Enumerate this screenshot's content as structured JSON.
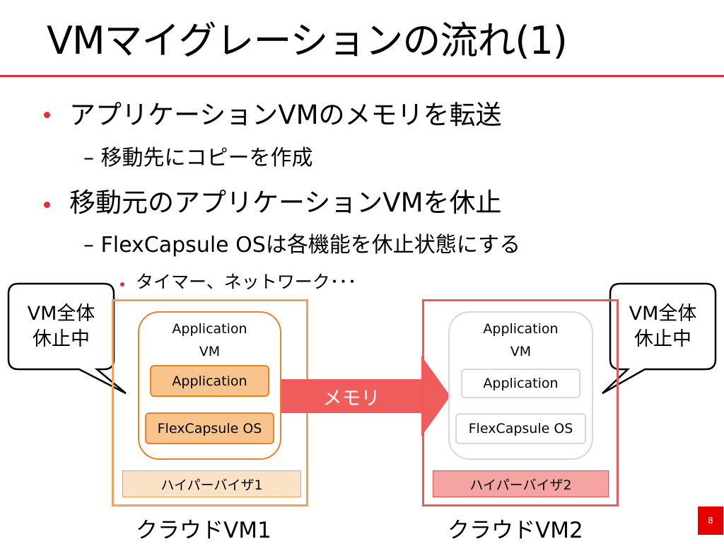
{
  "title": "VMマイグレーションの流れ(1)",
  "bullets": {
    "b1": "アプリケーションVMのメモリを転送",
    "b1_sub": "– 移動先にコピーを作成",
    "b2": "移動元のアプリケーションVMを休止",
    "b2_sub": "– FlexCapsule OSは各機能を休止状態にする",
    "b2_sub_sub": "タイマー、ネットワーク･･･"
  },
  "left": {
    "callout": [
      "VM全体",
      "休止中"
    ],
    "app_vm_label": [
      "Application",
      "VM"
    ],
    "application": "Application",
    "os": "FlexCapsule OS",
    "hypervisor": "ハイパーバイザ1",
    "caption": "クラウドVM1"
  },
  "right": {
    "callout": [
      "VM全体",
      "休止中"
    ],
    "app_vm_label": [
      "Application",
      "VM"
    ],
    "application": "Application",
    "os": "FlexCapsule OS",
    "hypervisor": "ハイパーバイザ2",
    "caption": "クラウドVM2"
  },
  "arrow_label": "メモリ",
  "page_number": "8"
}
